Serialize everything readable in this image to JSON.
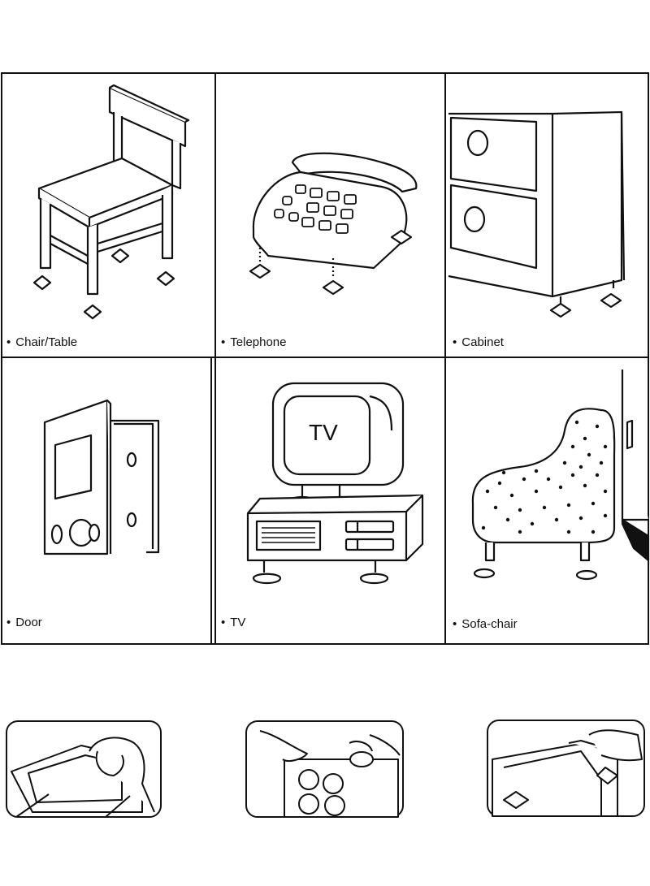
{
  "grid": {
    "items": [
      {
        "label": "Chair/Table",
        "icon": "chair-icon"
      },
      {
        "label": "Telephone",
        "icon": "telephone-icon"
      },
      {
        "label": "Cabinet",
        "icon": "cabinet-icon"
      },
      {
        "label": "Door",
        "icon": "door-icon"
      },
      {
        "label": "TV",
        "icon": "tv-icon"
      },
      {
        "label": "Sofa-chair",
        "icon": "sofa-chair-icon"
      }
    ],
    "tv_screen_text": "TV"
  },
  "steps": [
    {
      "icon": "wipe-surface-icon"
    },
    {
      "icon": "peel-pad-icon"
    },
    {
      "icon": "stick-pad-icon"
    }
  ],
  "colors": {
    "line": "#111111",
    "background": "#ffffff"
  }
}
